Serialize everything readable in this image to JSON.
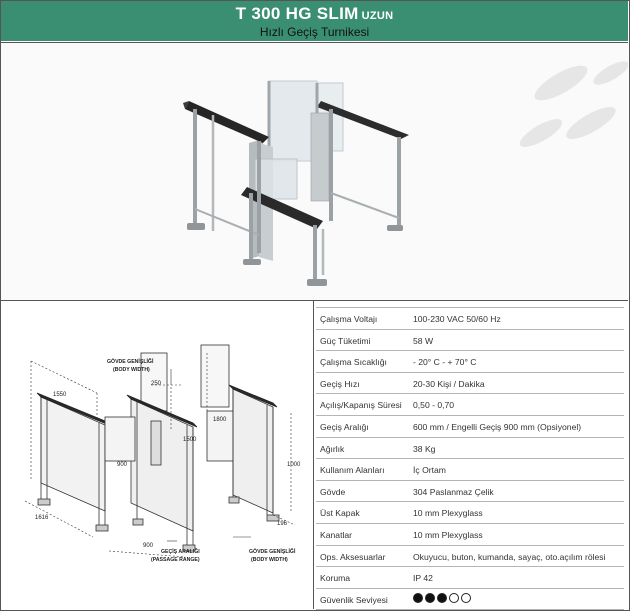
{
  "header": {
    "title": "T 300 HG SLIM",
    "title_suffix": "UZUN",
    "subtitle": "Hızlı Geçiş Turnikesi"
  },
  "diagram": {
    "body_width_label_tr": "GÖVDE GENİŞLİĞİ",
    "body_width_label_en": "(BODY WIDTH)",
    "passage_label_tr": "GEÇİŞ ARALIĞI",
    "passage_label_en": "(PASSAGE RANGE)",
    "dims": {
      "d1550": "1550",
      "d250": "250",
      "d1800": "1800",
      "d1500": "1500",
      "d900a": "900",
      "d1000": "1000",
      "d1616": "1616",
      "d900b": "900",
      "d196": "196"
    }
  },
  "specs": [
    {
      "label": "Çalışma Voltajı",
      "value": "100-230 VAC 50/60 Hz"
    },
    {
      "label": "Güç Tüketimi",
      "value": "58 W"
    },
    {
      "label": "Çalışma Sıcaklığı",
      "value": "- 20° C - + 70° C"
    },
    {
      "label": "Geçiş Hızı",
      "value": "20-30 Kişi / Dakika"
    },
    {
      "label": "Açılış/Kapanış Süresi",
      "value": "0,50 - 0,70"
    },
    {
      "label": "Geçiş Aralığı",
      "value": "600 mm / Engelli Geçiş 900 mm (Opsiyonel)"
    },
    {
      "label": "Ağırlık",
      "value": "38 Kg"
    },
    {
      "label": "Kullanım Alanları",
      "value": "İç Ortam"
    },
    {
      "label": "Gövde",
      "value": "304 Paslanmaz Çelik"
    },
    {
      "label": "Üst Kapak",
      "value": "10 mm Plexyglass"
    },
    {
      "label": "Kanatlar",
      "value": "10 mm Plexyglass"
    },
    {
      "label": "Ops. Aksesuarlar",
      "value": "Okuyucu, buton, kumanda, sayaç, oto.açılım rölesi"
    },
    {
      "label": "Koruma",
      "value": "IP 42"
    },
    {
      "label": "Güvenlik Seviyesi",
      "security_level": 3,
      "security_max": 5
    }
  ]
}
